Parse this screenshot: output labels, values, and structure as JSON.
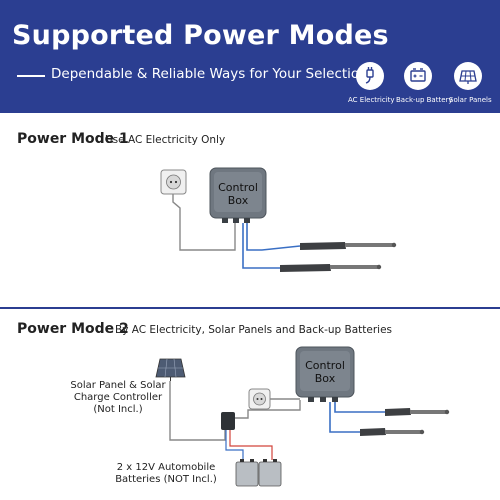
{
  "header": {
    "title": "Supported Power Modes",
    "subtitle": "Dependable & Reliable Ways for Your Selection",
    "modes": [
      {
        "label": "AC Electricity",
        "icon": "plug-icon"
      },
      {
        "label": "Back-up Battery",
        "icon": "battery-icon"
      },
      {
        "label": "Solar Panels",
        "icon": "solar-panel-icon"
      }
    ],
    "background": "#2b3e91"
  },
  "mode1": {
    "heading": "Power Mode 1",
    "description": "Use AC Electricity Only",
    "control_box": {
      "line1": "Control",
      "line2": "Box"
    }
  },
  "mode2": {
    "heading": "Power Mode 2",
    "description": "By AC Electricity, Solar Panels and Back-up Batteries",
    "control_box": {
      "line1": "Control",
      "line2": "Box"
    },
    "solar_caption": {
      "line1": "Solar Panel & Solar",
      "line2": "Charge Controller",
      "line3": "(Not Incl.)"
    },
    "battery_caption": {
      "line1": "2 x 12V Automobile",
      "line2": "Batteries (NOT Incl.)"
    }
  },
  "colors": {
    "accent": "#2b3e91",
    "wire_blue": "#3a6fc4",
    "wire_gray": "#888888",
    "wire_red": "#d2443b",
    "control_box": "#6f7780"
  }
}
